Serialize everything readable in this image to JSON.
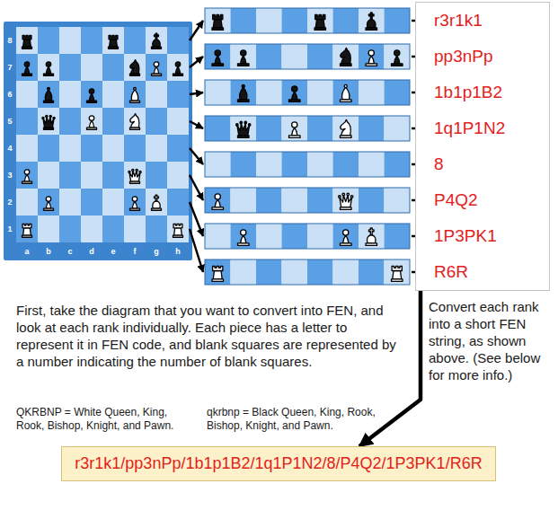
{
  "diagram": {
    "nodes": [
      {
        "text": [
          "r3r1k1",
          "pp3nPp",
          "1b1p1B2",
          "1q1P1N2",
          "8",
          "P4Q2",
          "1P3PK1",
          "R6R"
        ]
      },
      {
        "text": [
          "r3r1k1/pp3nPp/1b1p1B2/1q1P1N2/8/P4Q2/1P3PK1/R6R"
        ]
      }
    ],
    "edges": [
      {
        "from": 0,
        "to": 1,
        "arrow": "to"
      }
    ],
    "labels": [
      "8",
      "7",
      "6",
      "5",
      "4",
      "3",
      "2",
      "1",
      "a",
      "b",
      "c",
      "d",
      "e",
      "f",
      "g",
      "h",
      "First, take the diagram that you want to convert into FEN, and look at each rank individually. Each piece has a letter to represent it in FEN code, and blank squares are represented by a number indicating the number of blank squares.",
      "QKRBNP = White Queen, King, Rook, Bishop, Knight, and Pawn.",
      "qkrbnp = Black Queen, King, Rook, Bishop, Knight, and Pawn.",
      "Convert each rank into a short FEN string, as shown above. (See below for more info.)"
    ]
  }
}
